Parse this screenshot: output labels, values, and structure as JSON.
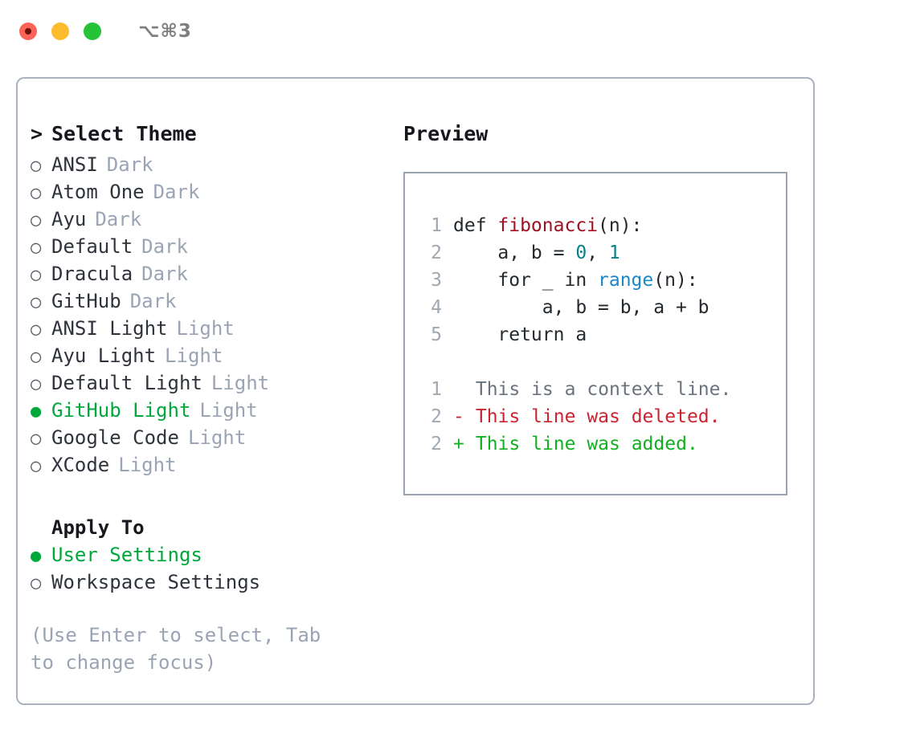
{
  "window": {
    "shortcut": "⌥⌘3",
    "lights": [
      "close-red",
      "minimize-yellow",
      "maximize-green"
    ]
  },
  "theme_list": {
    "header_marker": ">",
    "header_label": "Select Theme",
    "unselected_marker": "○",
    "selected_marker": "●",
    "items": [
      {
        "label": "ANSI",
        "suffix": "Dark",
        "selected": false
      },
      {
        "label": "Atom One",
        "suffix": "Dark",
        "selected": false
      },
      {
        "label": "Ayu",
        "suffix": "Dark",
        "selected": false
      },
      {
        "label": "Default",
        "suffix": "Dark",
        "selected": false
      },
      {
        "label": "Dracula",
        "suffix": "Dark",
        "selected": false
      },
      {
        "label": "GitHub",
        "suffix": "Dark",
        "selected": false
      },
      {
        "label": "ANSI Light",
        "suffix": "Light",
        "selected": false
      },
      {
        "label": "Ayu Light",
        "suffix": "Light",
        "selected": false
      },
      {
        "label": "Default Light",
        "suffix": "Light",
        "selected": false
      },
      {
        "label": "GitHub Light",
        "suffix": "Light",
        "selected": true
      },
      {
        "label": "Google Code",
        "suffix": "Light",
        "selected": false
      },
      {
        "label": "XCode",
        "suffix": "Light",
        "selected": false
      }
    ]
  },
  "apply_to": {
    "header_label": "Apply To",
    "items": [
      {
        "label": "User Settings",
        "selected": true
      },
      {
        "label": "Workspace Settings",
        "selected": false
      }
    ]
  },
  "hint": "(Use Enter to select, Tab to change focus)",
  "preview": {
    "title": "Preview",
    "code_lines": [
      {
        "num": "1",
        "tokens": [
          {
            "t": "def ",
            "c": "tok-def"
          },
          {
            "t": "fibonacci",
            "c": "tok-fn"
          },
          {
            "t": "(n):",
            "c": "code-text"
          }
        ]
      },
      {
        "num": "2",
        "tokens": [
          {
            "t": "    a, b = ",
            "c": "code-text"
          },
          {
            "t": "0",
            "c": "tok-num"
          },
          {
            "t": ", ",
            "c": "code-text"
          },
          {
            "t": "1",
            "c": "tok-num"
          }
        ]
      },
      {
        "num": "3",
        "tokens": [
          {
            "t": "    for _ in ",
            "c": "code-text"
          },
          {
            "t": "range",
            "c": "tok-call"
          },
          {
            "t": "(n):",
            "c": "code-text"
          }
        ]
      },
      {
        "num": "4",
        "tokens": [
          {
            "t": "        a, b = b, a + b",
            "c": "code-text"
          }
        ]
      },
      {
        "num": "5",
        "tokens": [
          {
            "t": "    return a",
            "c": "code-text"
          }
        ]
      }
    ],
    "diff_lines": [
      {
        "num": "1",
        "marker": " ",
        "kind": "ctx",
        "text": " This is a context line."
      },
      {
        "num": "2",
        "marker": "-",
        "kind": "del",
        "text": " This line was deleted."
      },
      {
        "num": "2",
        "marker": "+",
        "kind": "add",
        "text": " This line was added."
      }
    ]
  },
  "colors": {
    "accent_green": "#00a83c",
    "diff_add": "#12b021",
    "diff_del": "#cb2431",
    "muted": "#9aa4b4",
    "border": "#aab2bf",
    "code_fn": "#a01020",
    "code_num": "#088087",
    "code_call": "#1b87c4"
  }
}
